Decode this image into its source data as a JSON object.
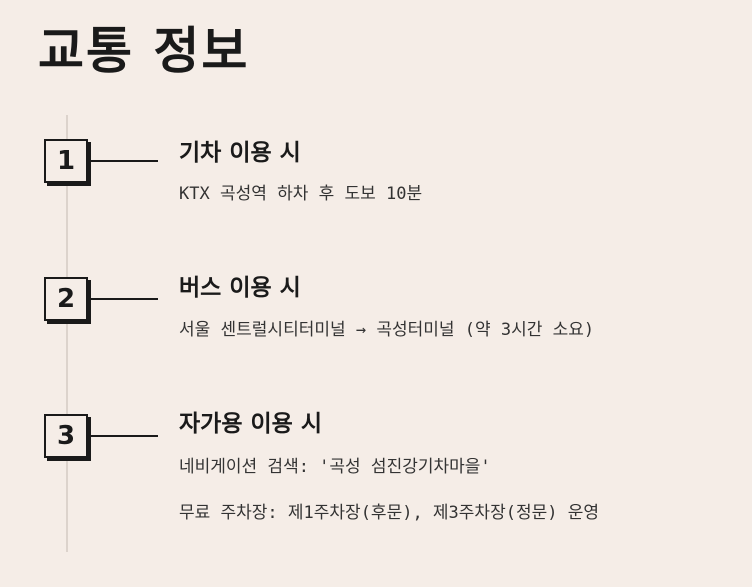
{
  "page": {
    "title": "교통 정보"
  },
  "steps": [
    {
      "number": "1",
      "title": "기차 이용 시",
      "details": [
        "KTX 곡성역 하차 후 도보 10분"
      ]
    },
    {
      "number": "2",
      "title": "버스 이용 시",
      "details": [
        "서울 센트럴시티터미널 → 곡성터미널 (약 3시간 소요)"
      ]
    },
    {
      "number": "3",
      "title": "자가용 이용 시",
      "details": [
        "네비게이션 검색: '곡성 섬진강기차마을'",
        "무료 주차장: 제1주차장(후문), 제3주차장(정문) 운영"
      ]
    }
  ]
}
